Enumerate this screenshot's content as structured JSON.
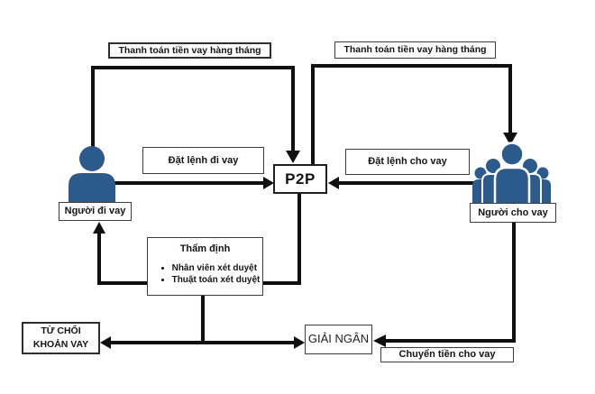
{
  "diagram": {
    "pay_left": "Thanh toán tiền vay hàng tháng",
    "pay_right": "Thanh toán tiền vay hàng tháng",
    "order_borrow": "Đặt lệnh đi vay",
    "order_lend": "Đặt lệnh cho vay",
    "p2p": "P2P",
    "borrower": "Người đi vay",
    "lender": "Người cho vay",
    "appraisal": {
      "title": "Thẩm định",
      "items": [
        "Nhân viên xét duyệt",
        "Thuật toán xét duyệt"
      ]
    },
    "reject_line1": "TỪ CHỐI",
    "reject_line2": "KHOẢN VAY",
    "disburse": "GIẢI NGÂN",
    "transfer": "Chuyển tiền cho vay",
    "icons": {
      "borrower": "person-icon",
      "lender": "people-group-icon"
    },
    "colors": {
      "icon_blue": "#2d5a8c",
      "line": "#0f0f0f",
      "border": "#3d3d3d"
    }
  }
}
